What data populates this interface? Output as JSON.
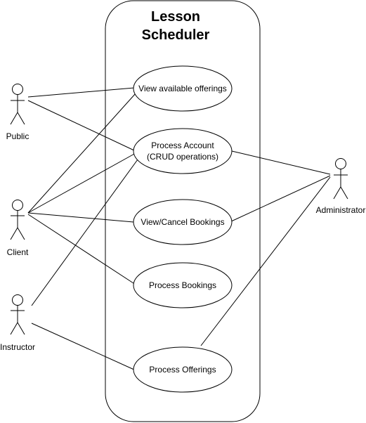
{
  "system": {
    "title_line1": "Lesson",
    "title_line2": "Scheduler"
  },
  "actors": {
    "public": "Public",
    "client": "Client",
    "instructor": "Instructor",
    "administrator": "Administrator"
  },
  "use_cases": {
    "view_offerings": "View available offerings",
    "process_account_line1": "Process Account",
    "process_account_line2": "(CRUD operations)",
    "view_cancel_bookings": "View/Cancel Bookings",
    "process_bookings": "Process Bookings",
    "process_offerings": "Process Offerings"
  }
}
